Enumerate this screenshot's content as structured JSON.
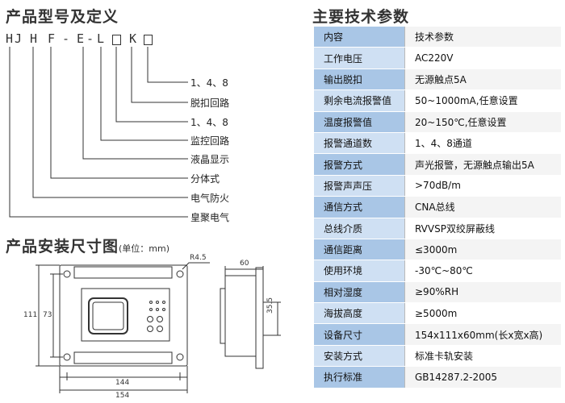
{
  "model_section": {
    "title": "产品型号及定义",
    "code": [
      "H",
      "J",
      "H",
      "F",
      "-",
      "E",
      "-",
      "L",
      "□",
      "K",
      "□"
    ],
    "definitions": [
      "1、4、8",
      "脱扣回路",
      "1、4、8",
      "监控回路",
      "液晶显示",
      "分体式",
      "电气防火",
      "皇聚电气"
    ]
  },
  "dimension_section": {
    "title": "产品安装尺寸图",
    "unit_note": "(单位：mm)",
    "labels": {
      "radius": "R4.5",
      "height_outer": "111",
      "height_inner": "73",
      "width_inner": "144",
      "width_outer": "154",
      "depth": "60",
      "rail": "35.5"
    }
  },
  "params_section": {
    "title": "主要技术参数",
    "rows": [
      {
        "key": "内容",
        "value": "技术参数"
      },
      {
        "key": "工作电压",
        "value": "AC220V"
      },
      {
        "key": "输出脱扣",
        "value": "无源触点5A"
      },
      {
        "key": "剩余电流报警值",
        "value": "50~1000mA,任意设置"
      },
      {
        "key": "温度报警值",
        "value": "20~150℃,任意设置"
      },
      {
        "key": "报警通道数",
        "value": "1、4、8通道"
      },
      {
        "key": "报警方式",
        "value": "声光报警，无源触点输出5A"
      },
      {
        "key": "报警声声压",
        "value": ">70dB/m"
      },
      {
        "key": "通信方式",
        "value": "CNA总线"
      },
      {
        "key": "总线介质",
        "value": "RVVSP双绞屏蔽线"
      },
      {
        "key": "通信距离",
        "value": "≤3000m"
      },
      {
        "key": "使用环境",
        "value": "-30℃~80℃"
      },
      {
        "key": "相对湿度",
        "value": "≥90%RH"
      },
      {
        "key": "海拔高度",
        "value": "≥5000m"
      },
      {
        "key": "设备尺寸",
        "value": "154x111x60mm(长x宽x高)"
      },
      {
        "key": "安装方式",
        "value": "标准卡轨安装"
      },
      {
        "key": "执行标准",
        "value": "GB14287.2-2005"
      }
    ]
  }
}
